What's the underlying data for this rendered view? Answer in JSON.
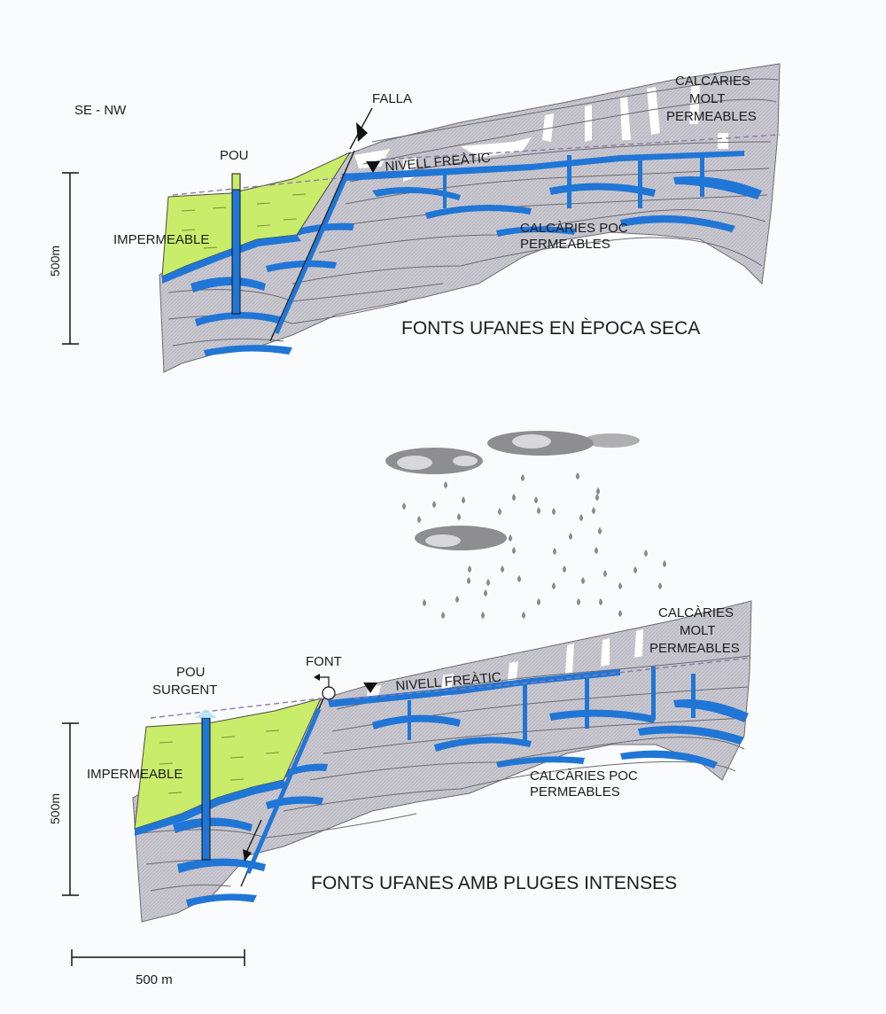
{
  "orientation_label": "SE - NW",
  "colors": {
    "limestone": "#c6c4cc",
    "water": "#1f76d6",
    "impermeable": "#c9ec6a",
    "water_table_line": "#8d7aa8",
    "karst_voids": "#ffffff"
  },
  "section_dry": {
    "title": "FONTS UFANES EN ÈPOCA SECA",
    "labels": {
      "fault": "FALLA",
      "well": "POU",
      "impermeable": "IMPERMEABLE",
      "water_table": "NIVELL FREÀTIC",
      "upper_limestone_line1": "CALCÀRIES",
      "upper_limestone_line2": "MOLT",
      "upper_limestone_line3": "PERMEABLES",
      "lower_limestone_line1": "CALCÀRIES POC",
      "lower_limestone_line2": "PERMEABLES"
    },
    "vertical_scale": "500m"
  },
  "section_wet": {
    "title": "FONTS UFANES AMB PLUGES INTENSES",
    "labels": {
      "spring": "FONT",
      "well_line1": "POU",
      "well_line2": "SURGENT",
      "impermeable": "IMPERMEABLE",
      "water_table": "NIVELL FREÀTIC",
      "upper_limestone_line1": "CALCÀRIES",
      "upper_limestone_line2": "MOLT",
      "upper_limestone_line3": "PERMEABLES",
      "lower_limestone_line1": "CALCÀRIES POC",
      "lower_limestone_line2": "PERMEABLES"
    },
    "vertical_scale": "500m"
  },
  "horizontal_scale": "500 m",
  "icons": [
    "water-table-triangle-icon",
    "fault-arrow-icon",
    "spring-icon",
    "rain-cloud-icon",
    "rain-drop-icon"
  ]
}
